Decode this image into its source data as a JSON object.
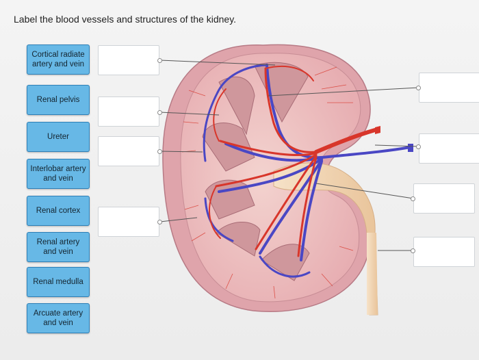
{
  "prompt": "Label the blood vessels and structures of the kidney.",
  "labels": [
    {
      "text": "Cortical radiate artery and vein"
    },
    {
      "text": "Renal pelvis"
    },
    {
      "text": "Ureter"
    },
    {
      "text": "Interlobar artery and vein"
    },
    {
      "text": "Renal cortex"
    },
    {
      "text": "Renal artery and vein"
    },
    {
      "text": "Renal medulla"
    },
    {
      "text": "Arcuate artery and vein"
    }
  ],
  "colors": {
    "label_fill": "#67b8e6",
    "label_border": "#2d7fb7",
    "artery": "#d8362b",
    "vein": "#4a47c4",
    "ureter": "#f2d6b5",
    "cortex": "#e9b7b9",
    "medulla": "#c98e94"
  }
}
